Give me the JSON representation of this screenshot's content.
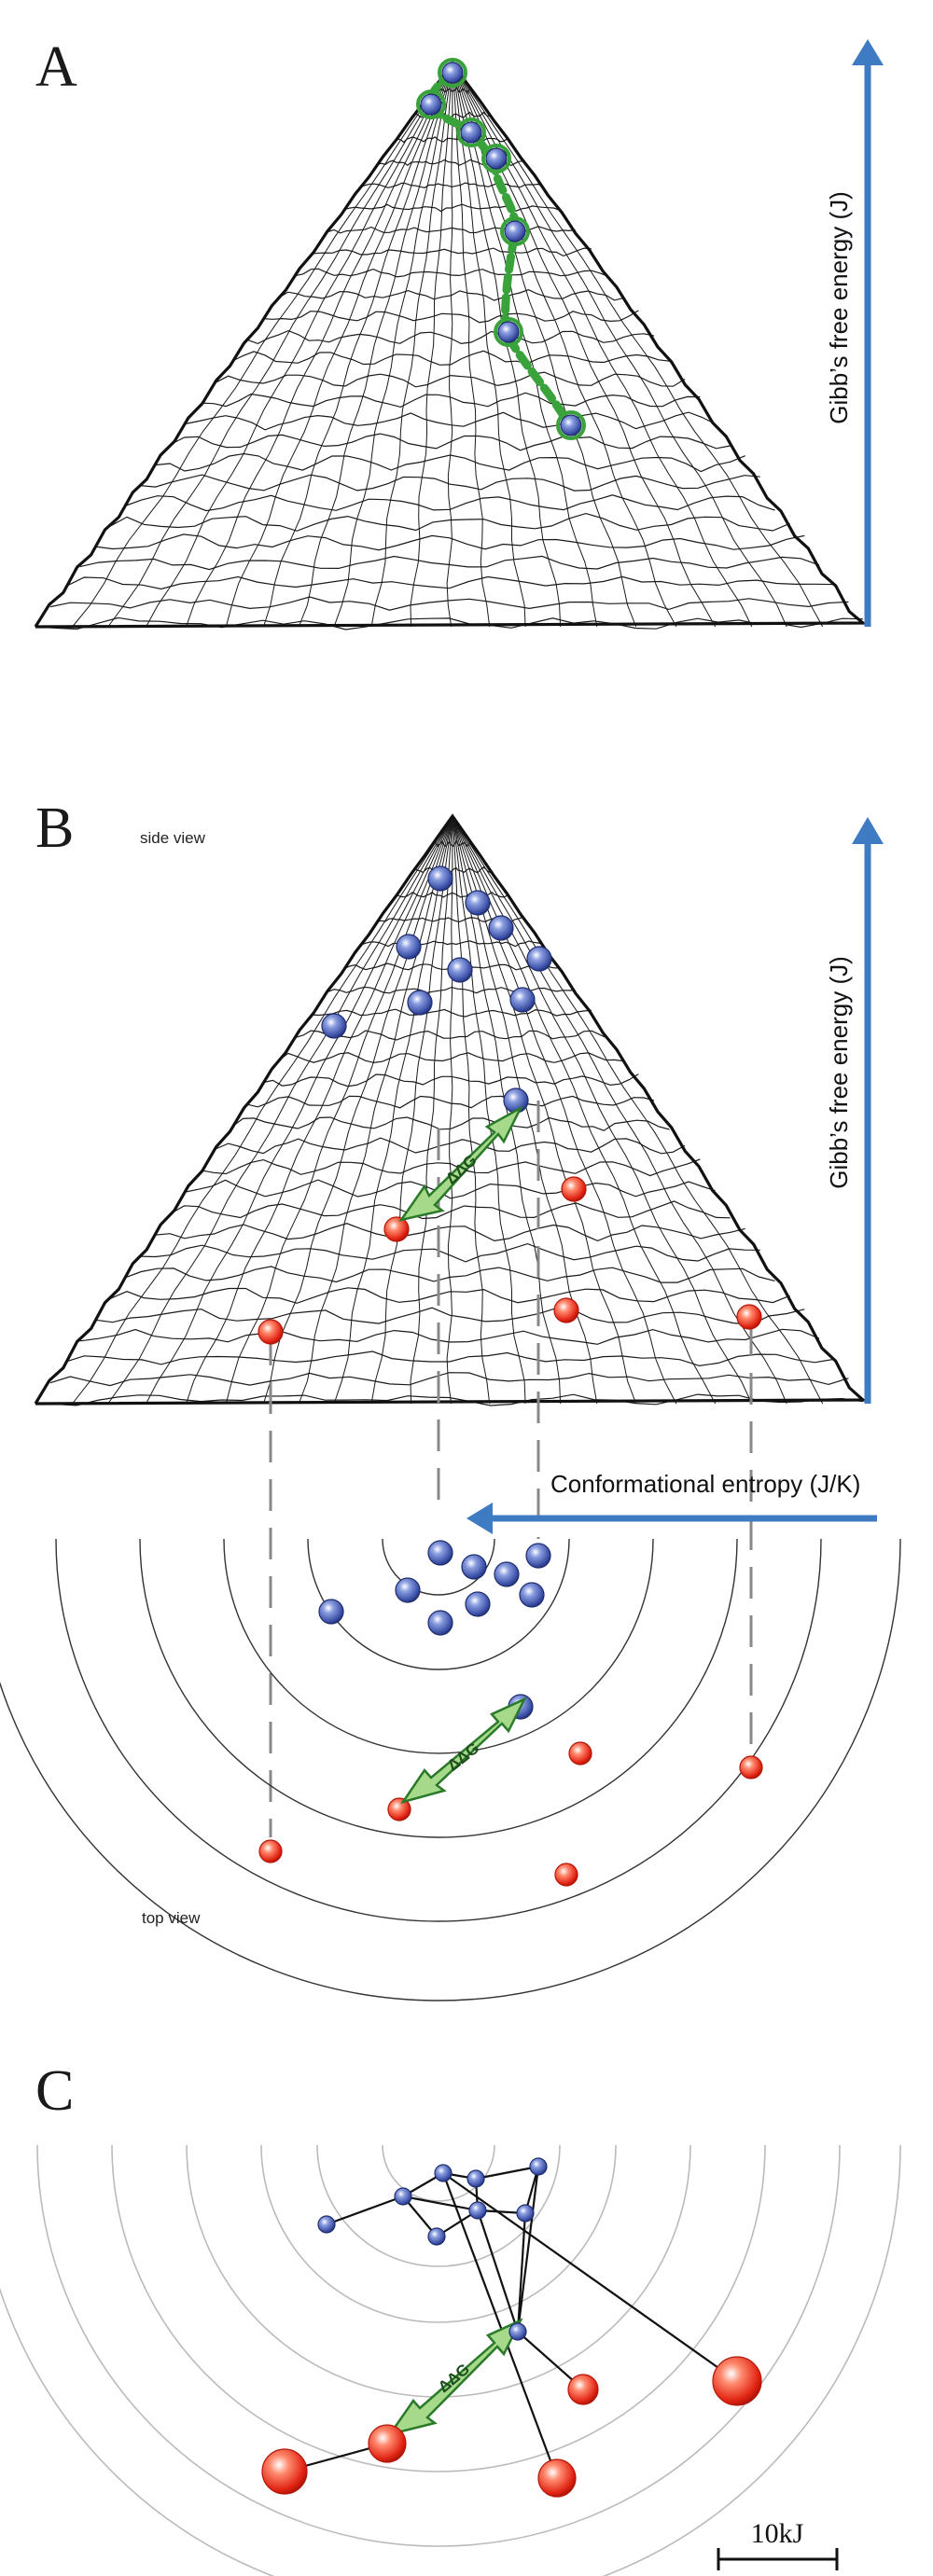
{
  "panels": {
    "a": {
      "letter": "A",
      "axis_label": "Gibb’s free energy (J)"
    },
    "b": {
      "letter": "B",
      "side_label": "side view",
      "top_label": "top view",
      "energy_label": "Gibb’s free energy (J)",
      "entropy_label": "Conformational entropy (J/K)",
      "ddg_label": "ΔΔG"
    },
    "c": {
      "letter": "C",
      "ddg_label": "ΔΔG",
      "scale_label": "10kJ"
    }
  },
  "colors": {
    "arrow_blue": "#3f7bc3",
    "node_blue": "#3a4fa6",
    "node_red": "#e02212",
    "path_green": "#3aa23a",
    "ddg_fill": "#a6d98a",
    "ddg_stroke": "#2a7a2a"
  }
}
